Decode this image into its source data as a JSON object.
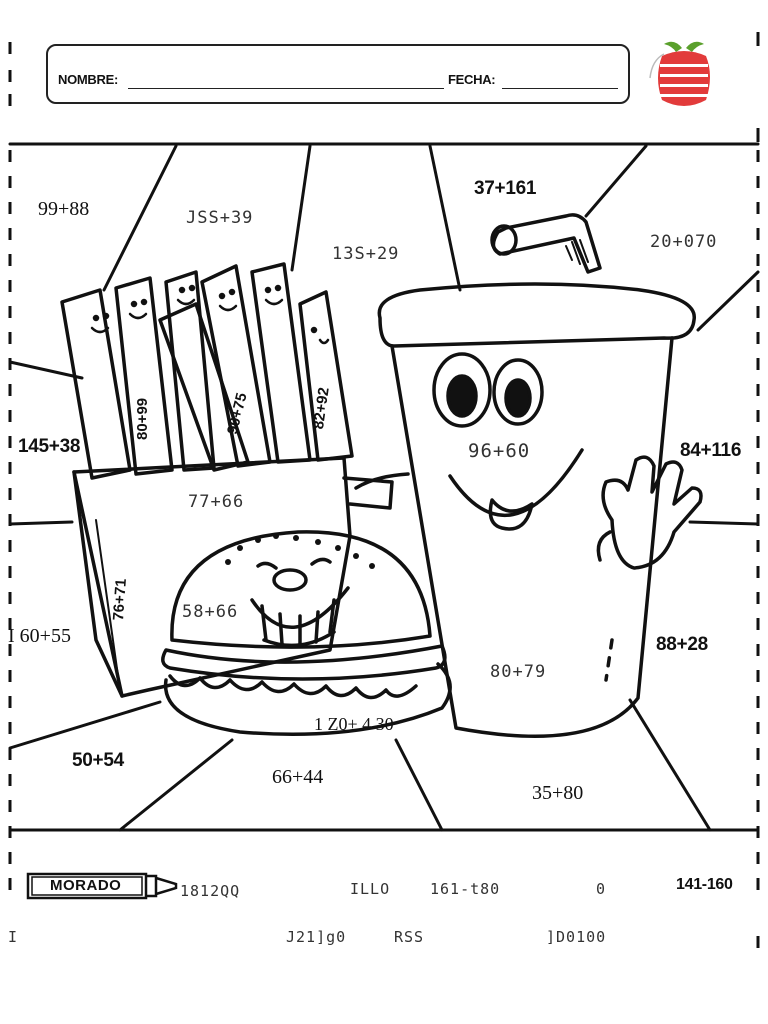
{
  "header": {
    "name_label": "NOMBRE:",
    "date_label": "FECHA:"
  },
  "icons": {
    "logo": "apple-stack-icon",
    "crayon": "crayon-icon"
  },
  "colors": {
    "line": "#111111",
    "logo_red": "#e23b3b",
    "logo_green": "#5aa02c"
  },
  "problems": {
    "p1": "99+88",
    "p2": "JSS+39",
    "p3": "13S+29",
    "p4": "37+161",
    "p5": "20+070",
    "p6": "145+38",
    "p7": "80+99",
    "p8": "90+75",
    "p9": "82+92",
    "p10": "96+60",
    "p11": "84+116",
    "p12": "77+66",
    "p13": "76+71",
    "p14": "58+66",
    "p15": "I 60+55",
    "p16": "88+28",
    "p17": "80+79",
    "p18": "1 Z0+ 4 30",
    "p19": "50+54",
    "p20": "66+44",
    "p21": "35+80"
  },
  "key": {
    "crayon_label": "MORADO",
    "row1": [
      "1812QQ",
      "ILLO",
      "161-t80",
      "0"
    ],
    "row1_bold": "141-160",
    "row2": [
      "I",
      "J21]g0",
      "RSS",
      "]D0100"
    ]
  }
}
